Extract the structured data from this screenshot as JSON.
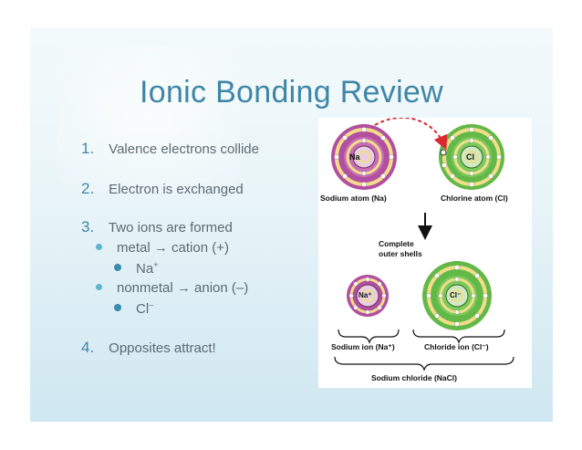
{
  "slide": {
    "title": "Ionic Bonding Review",
    "items": [
      {
        "num": "1.",
        "text": "Valence electrons collide"
      },
      {
        "num": "2.",
        "text": "Electron is exchanged"
      },
      {
        "num": "3.",
        "text": "Two ions are formed"
      },
      {
        "num": "4.",
        "text": "Opposites attract!"
      }
    ],
    "subitems": {
      "metal": "metal → cation (+)",
      "na": "Na",
      "na_charge": "+",
      "nonmetal": "nonmetal → anion (–)",
      "cl": "Cl",
      "cl_charge": "–"
    }
  },
  "diagram": {
    "sodium_atom_label": "Sodium atom (Na)",
    "chlorine_atom_label": "Chlorine atom (Cl)",
    "complete_shells_label_1": "Complete",
    "complete_shells_label_2": "outer shells",
    "sodium_ion_label": "Sodium ion (Na⁺)",
    "chloride_ion_label": "Chloride ion (Cl⁻)",
    "sodium_chloride_label": "Sodium chloride (NaCl)",
    "na_symbol": "Na",
    "cl_symbol": "Cl",
    "na_ion_symbol": "Na⁺",
    "cl_ion_symbol": "Cl⁻"
  }
}
